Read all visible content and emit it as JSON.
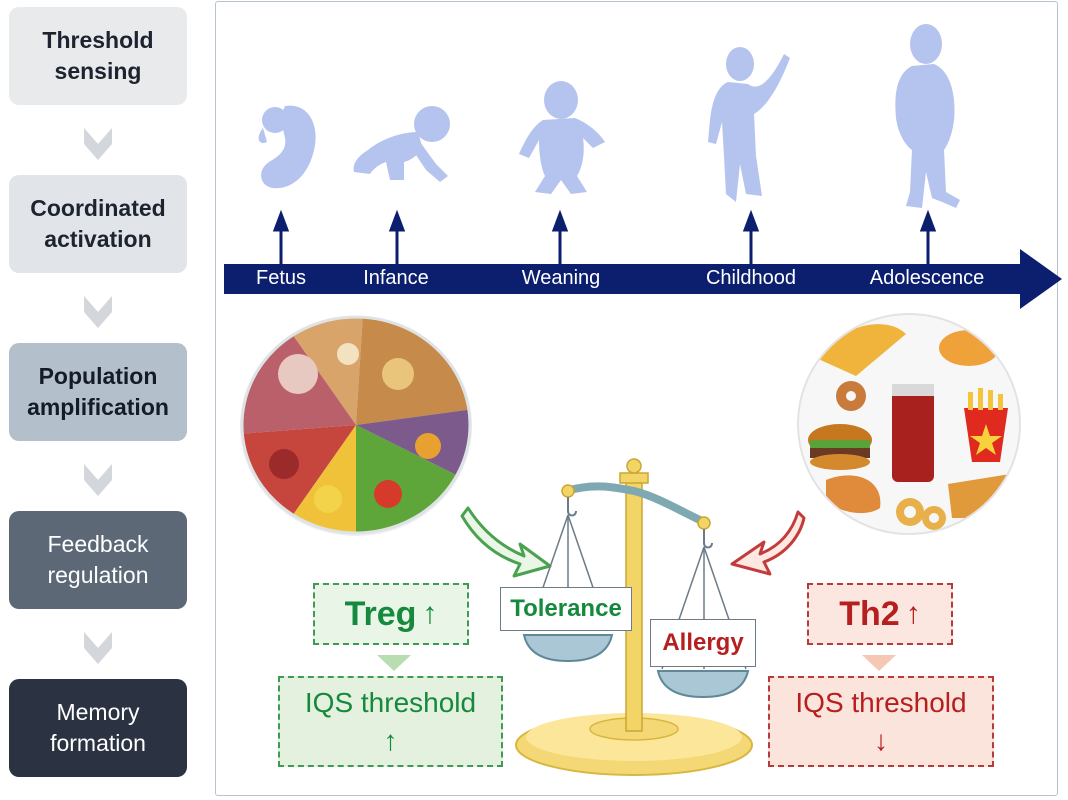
{
  "steps": [
    {
      "label": "Threshold\nsensing"
    },
    {
      "label": "Coordinated\nactivation"
    },
    {
      "label": "Population\namplification"
    },
    {
      "label": "Feedback\nregulation"
    },
    {
      "label": "Memory\nformation"
    }
  ],
  "timeline": {
    "stages": [
      "Fetus",
      "Infance",
      "Weaning",
      "Childhood",
      "Adolescence"
    ]
  },
  "balance": {
    "left_pan_label": "Tolerance",
    "right_pan_label": "Allergy"
  },
  "left_response": {
    "cell_label": "Treg",
    "cell_arrow": "↑",
    "threshold_label": "IQS threshold\n↑"
  },
  "right_response": {
    "cell_label": "Th2",
    "cell_arrow": "↑",
    "threshold_label": "IQS threshold\n↓"
  },
  "colors": {
    "timeline_arrow": "#0c1f6e",
    "silhouette": "#b5c3ef",
    "tolerance_green": "#15893c",
    "allergy_red": "#b51f1f"
  },
  "icons": {
    "healthy_food": "healthy-food-plate-icon",
    "junk_food": "junk-food-plate-icon",
    "balance": "balance-scale-icon"
  }
}
